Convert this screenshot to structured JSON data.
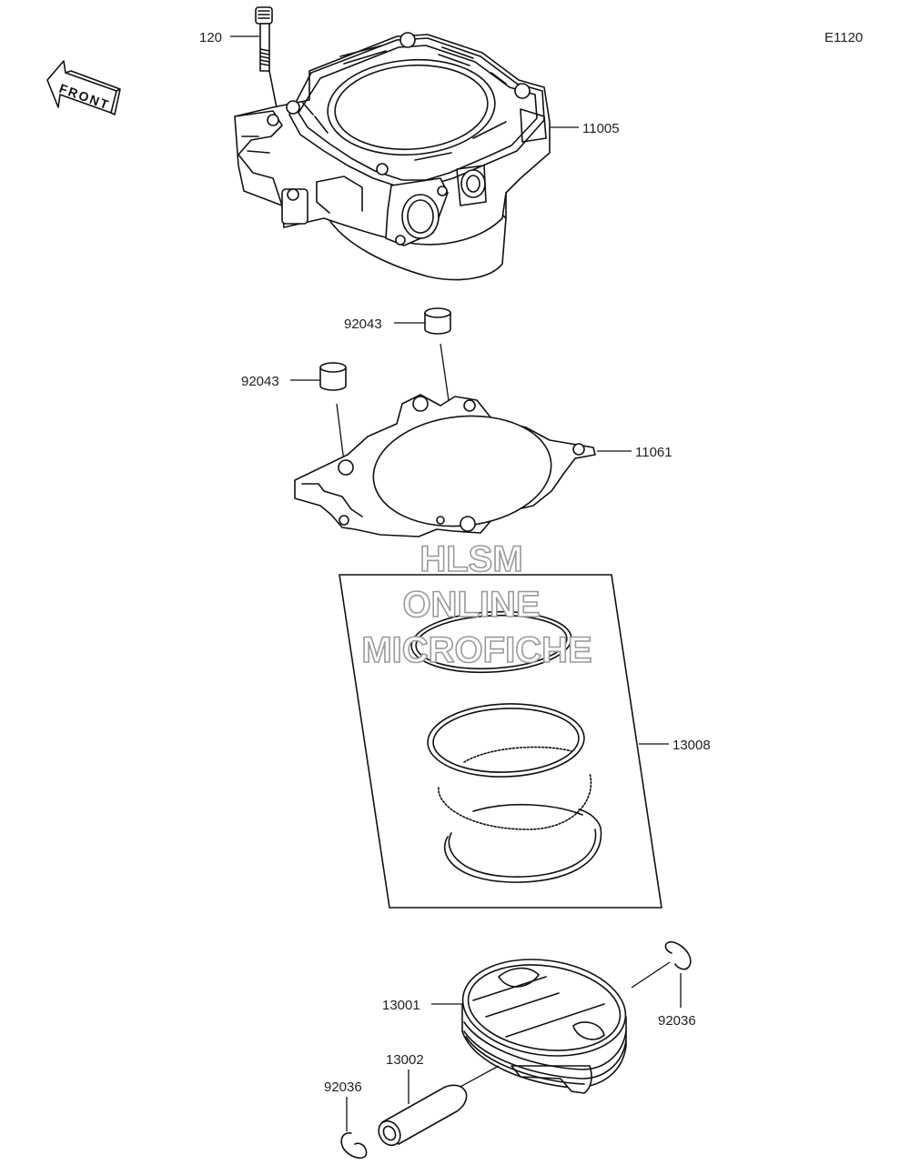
{
  "diagram_code": "E1120",
  "front_label": "FRONT",
  "watermark": [
    "HLSM",
    "ONLINE",
    "MICROFICHE"
  ],
  "parts": {
    "bolt": "120",
    "cylinder": "11005",
    "dowel_upper": "92043",
    "dowel_lower": "92043",
    "gasket": "11061",
    "ring_set": "13008",
    "piston": "13001",
    "pin": "13002",
    "clip_right": "92036",
    "clip_left": "92036"
  }
}
